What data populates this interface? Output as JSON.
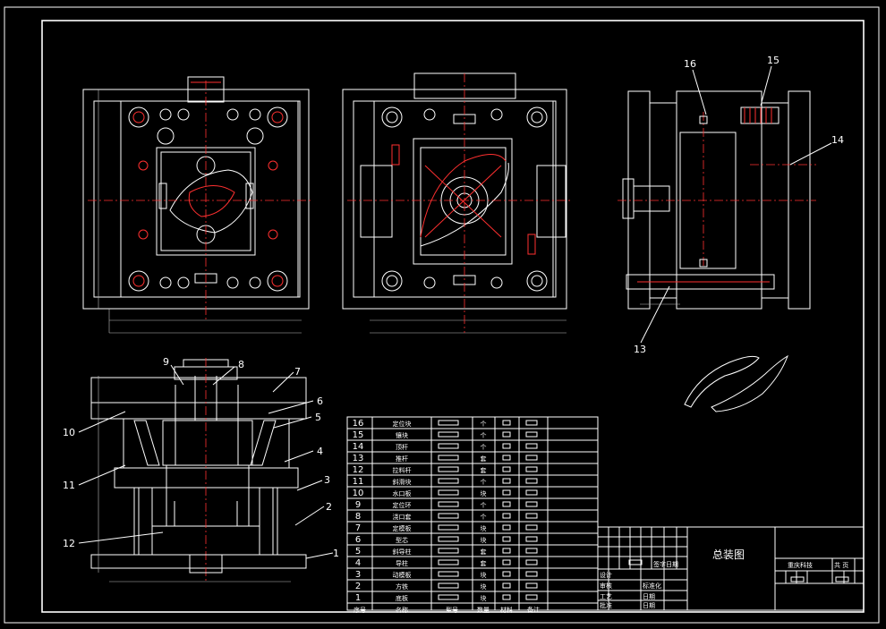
{
  "drawing": {
    "title_block": {
      "drawing_title": "总装图",
      "labels": {
        "standardize": "标准化",
        "design": "设计",
        "review": "审核",
        "process": "工艺",
        "approve": "批准",
        "date": "日期",
        "sign": "签字",
        "date2": "日期",
        "company": "重庆科技",
        "count": "共  页"
      }
    },
    "callouts": [
      "1",
      "2",
      "3",
      "4",
      "5",
      "6",
      "7",
      "8",
      "9",
      "10",
      "11",
      "12",
      "13",
      "14",
      "15",
      "16"
    ],
    "bom": {
      "headers": [
        "序号",
        "名称",
        "型号",
        "数量",
        "材料",
        "备注"
      ],
      "rows": [
        {
          "no": "16",
          "name": "定位块",
          "qty": "个"
        },
        {
          "no": "15",
          "name": "镶块",
          "qty": "个"
        },
        {
          "no": "14",
          "name": "顶杆",
          "qty": "个"
        },
        {
          "no": "13",
          "name": "推杆",
          "qty": "套"
        },
        {
          "no": "12",
          "name": "拉料杆",
          "qty": "套"
        },
        {
          "no": "11",
          "name": "斜滑块",
          "qty": "个"
        },
        {
          "no": "10",
          "name": "水口板",
          "qty": "块"
        },
        {
          "no": "9",
          "name": "定位环",
          "qty": "个"
        },
        {
          "no": "8",
          "name": "浇口套",
          "qty": "个"
        },
        {
          "no": "7",
          "name": "定模板",
          "qty": "块"
        },
        {
          "no": "6",
          "name": "型芯",
          "qty": "块"
        },
        {
          "no": "5",
          "name": "斜导柱",
          "qty": "套"
        },
        {
          "no": "4",
          "name": "导柱",
          "qty": "套"
        },
        {
          "no": "3",
          "name": "动模板",
          "qty": "块"
        },
        {
          "no": "2",
          "name": "方铁",
          "qty": "块"
        },
        {
          "no": "1",
          "name": "底板",
          "qty": "块"
        }
      ]
    }
  },
  "colors": {
    "background": "#000000",
    "line": "#ffffff",
    "centerline": "#ff3030"
  }
}
